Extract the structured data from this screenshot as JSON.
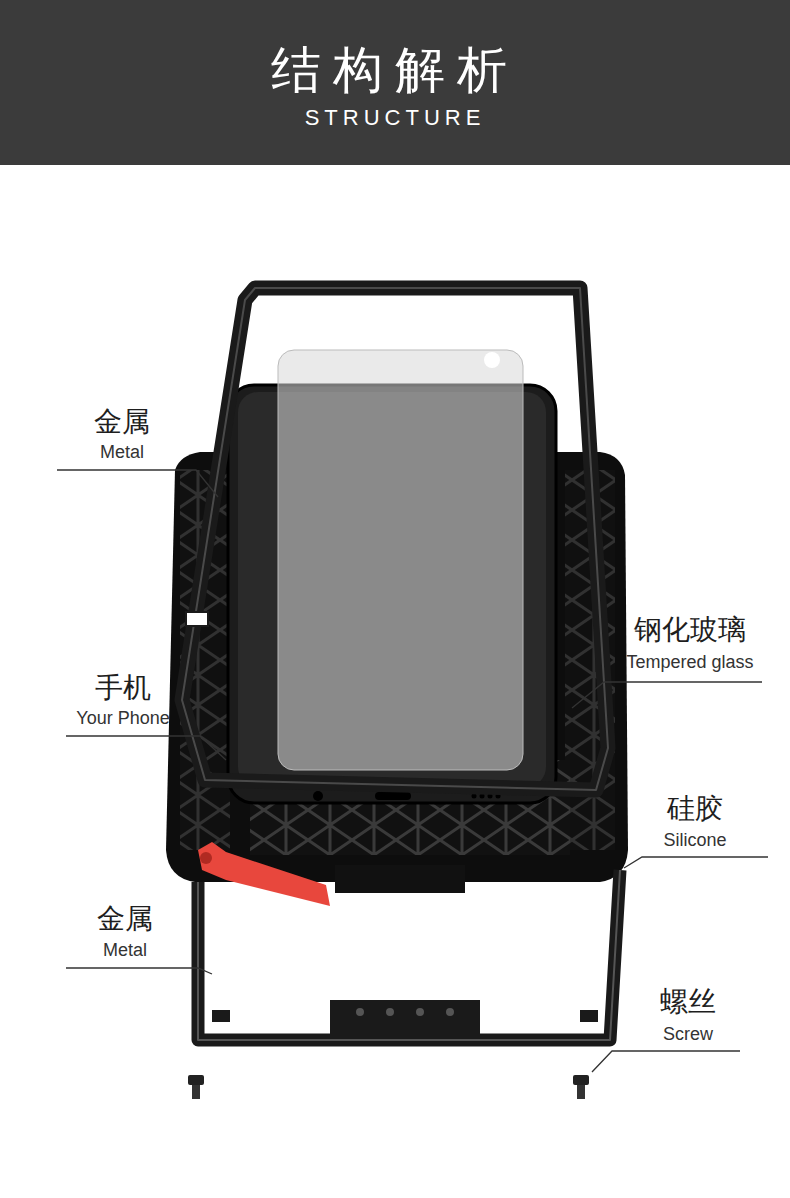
{
  "diagram": {
    "title": "结构解析",
    "labels": [
      "STRUCTURE",
      "金属",
      "Metal",
      "钢化玻璃",
      "Tempered glass",
      "手机",
      "Your Phone",
      "硅胶",
      "Silicone",
      "金属",
      "Metal",
      "螺丝",
      "Screw"
    ]
  }
}
